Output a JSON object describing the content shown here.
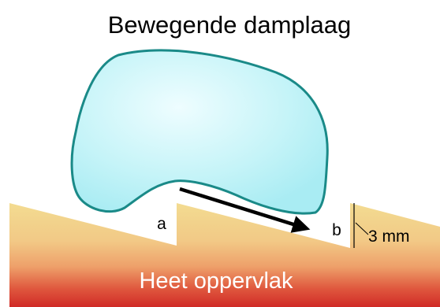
{
  "diagram": {
    "title": "Bewegende damplaag",
    "labels": {
      "a": "a",
      "b": "b",
      "gap": "3 mm",
      "surface": "Heet oppervlak"
    },
    "colors": {
      "droplet_fill_light": "#eefdff",
      "droplet_fill_dark": "#a9ecf3",
      "droplet_stroke": "#1a8a88",
      "surface_top": "#f3dd92",
      "surface_mid": "#eea06a",
      "surface_bottom": "#d02a27",
      "arrow": "#000000",
      "surface_text": "#ffffff"
    }
  }
}
